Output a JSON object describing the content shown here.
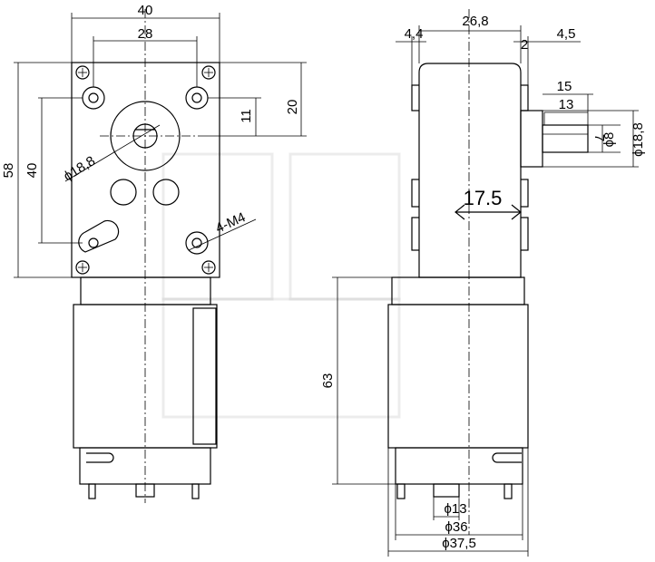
{
  "front_view": {
    "width_overall": "40",
    "hole_spacing_horizontal": "28",
    "height_overall": "58",
    "hole_spacing_vertical": "40",
    "shaft_to_top": "20",
    "shaft_offset": "11",
    "boss_diameter": "ϕ18,8",
    "mounting_thread": "4-M4"
  },
  "side_view": {
    "gearbox_depth": "26,8",
    "left_flange": "4,4",
    "right_flange": "4,5",
    "small_gap": "2",
    "shaft_length_total": "15",
    "shaft_length_flat": "13",
    "shaft_flat": "7",
    "shaft_diameter": "ϕ8",
    "collar_diameter": "ϕ18,8",
    "gearbox_thickness": "17.5",
    "motor_length": "63",
    "bushing_diameter": "ϕ13",
    "motor_diameter": "ϕ36",
    "housing_diameter": "ϕ37,5"
  }
}
